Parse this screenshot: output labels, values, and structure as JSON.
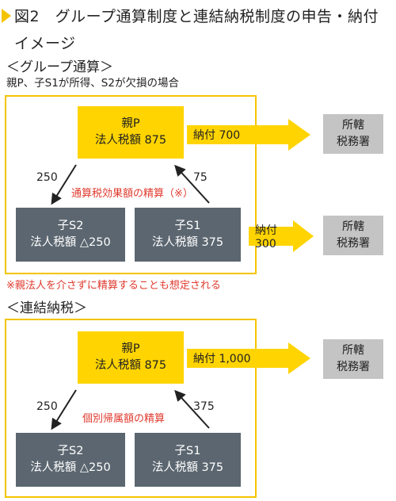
{
  "figure": {
    "number": "図2",
    "title": "グループ通算制度と連結納税制度の申告・納付イメージ"
  },
  "group_section": {
    "heading": "＜グループ通算＞",
    "subheading": "親P、子S1が所得、S2が欠損の場合",
    "parent": {
      "name": "親P",
      "tax": "法人税額 875"
    },
    "child_s2": {
      "name": "子S2",
      "tax": "法人税額 △250"
    },
    "child_s1": {
      "name": "子S1",
      "tax": "法人税額 375"
    },
    "arrow_to_s2": "250",
    "arrow_from_s1": "75",
    "settlement_label": "通算税効果額の精算（※）",
    "pay_parent": "納付 700",
    "pay_s1": "納付 300",
    "office_1": {
      "line1": "所轄",
      "line2": "税務署"
    },
    "office_2": {
      "line1": "所轄",
      "line2": "税務署"
    },
    "note": "※親法人を介さずに精算することも想定される"
  },
  "consolidated_section": {
    "heading": "＜連結納税＞",
    "parent": {
      "name": "親P",
      "tax": "法人税額 875"
    },
    "child_s2": {
      "name": "子S2",
      "tax": "法人税額 △250"
    },
    "child_s1": {
      "name": "子S1",
      "tax": "法人税額 375"
    },
    "arrow_to_s2": "250",
    "arrow_from_s1": "375",
    "settlement_label": "個別帰属額の精算",
    "pay_parent": "納付 1,000",
    "office": {
      "line1": "所轄",
      "line2": "税務署"
    }
  },
  "colors": {
    "parent_box": "#ffd400",
    "child_box": "#5b6670",
    "office_box": "#c4c4c4",
    "frame": "#f4c400",
    "note_text": "#e03a2e"
  }
}
